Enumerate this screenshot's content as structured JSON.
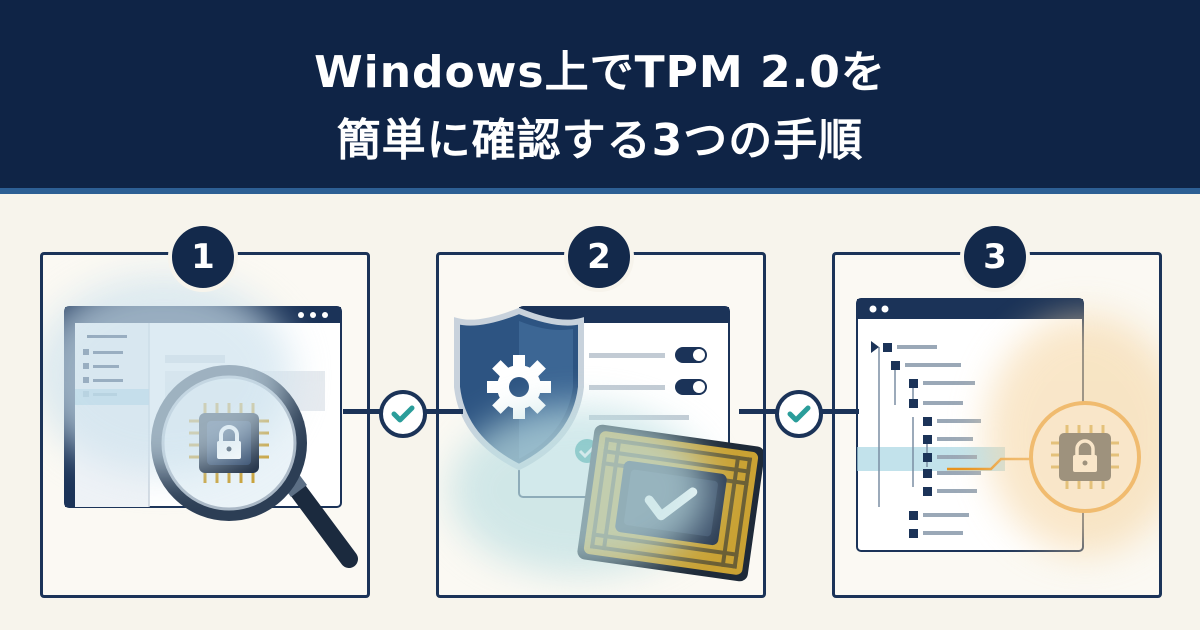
{
  "header": {
    "title_line1": "Windows上でTPM 2.0を",
    "title_line2": "簡単に確認する3つの手順"
  },
  "steps": [
    {
      "number": "1",
      "illustration_icon": "magnifier-chip-icon"
    },
    {
      "number": "2",
      "illustration_icon": "shield-gear-icon"
    },
    {
      "number": "3",
      "illustration_icon": "device-tree-chip-icon"
    }
  ],
  "colors": {
    "navy": "#0f2446",
    "accent_blue": "#2d5f94",
    "teal_check": "#2a9d9a",
    "orange": "#e8921e",
    "chip_gold": "#c9a23a",
    "paper": "#f7f4ec"
  }
}
